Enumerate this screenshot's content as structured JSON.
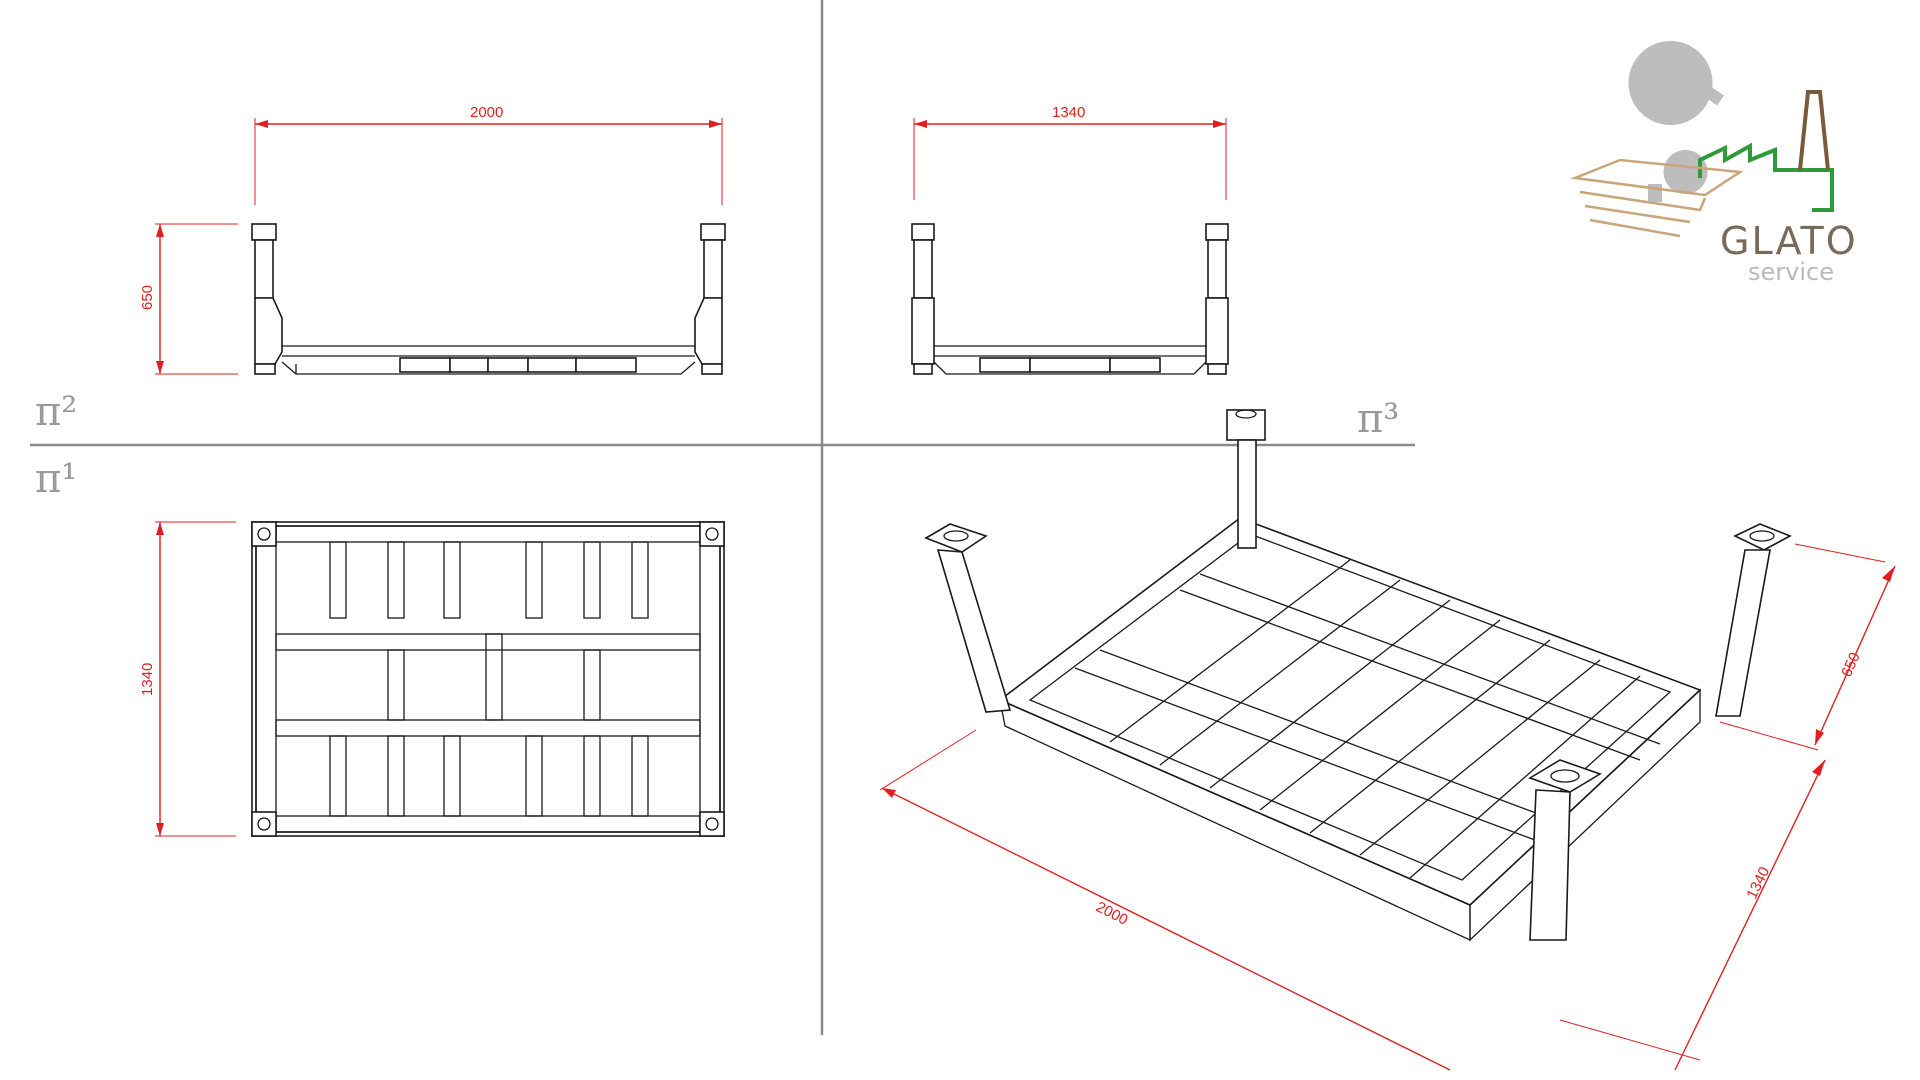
{
  "dimensions": {
    "front_width": "2000",
    "front_height": "650",
    "side_width": "1340",
    "top_depth": "1340",
    "iso_length": "2000",
    "iso_width": "1340",
    "iso_height": "650"
  },
  "planes": {
    "p2": "π²",
    "p1": "π¹",
    "p3": "π³"
  },
  "logo": {
    "name": "GLATO",
    "sub": "service",
    "colors": {
      "gear": "#bdbdbd",
      "factory": "#2e9a3a",
      "chimney": "#7a5a3c",
      "wood": "#c9a57a"
    }
  },
  "colors": {
    "dimension": "#e02020",
    "axis": "#8a8a8a",
    "drawing": "#1a1a1a"
  }
}
